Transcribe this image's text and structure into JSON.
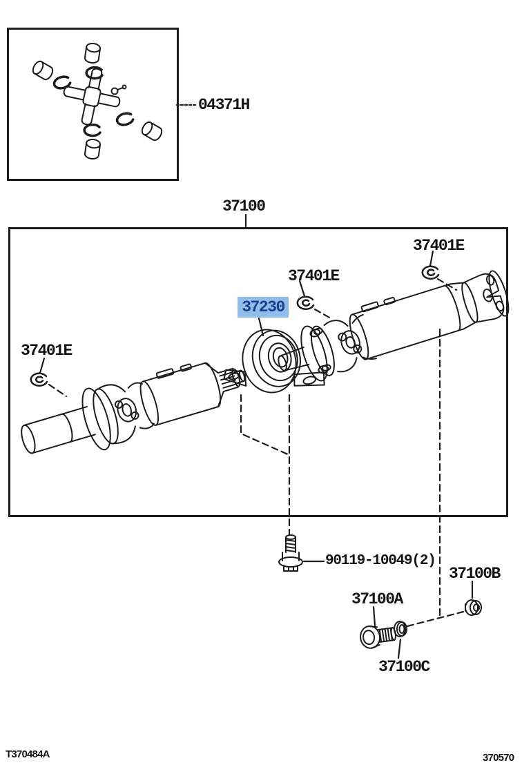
{
  "page": {
    "background": "#ffffff",
    "line_color": "#1c1c1c"
  },
  "part_labels": {
    "u_joint_kit": "04371H",
    "propeller_shaft_assembly": "37100",
    "snap_ring": "37401E",
    "center_support_bearing": "37230",
    "center_support_bolt": "90119-10049(2)",
    "flange_bolt": "37100A",
    "flange_nut": "37100B",
    "flange_washer": "37100C"
  },
  "highlight": {
    "background": "#92bce9",
    "text_color": "#17418c"
  },
  "footer": {
    "drawing_code": "T370484A",
    "figure_number": "370570"
  }
}
